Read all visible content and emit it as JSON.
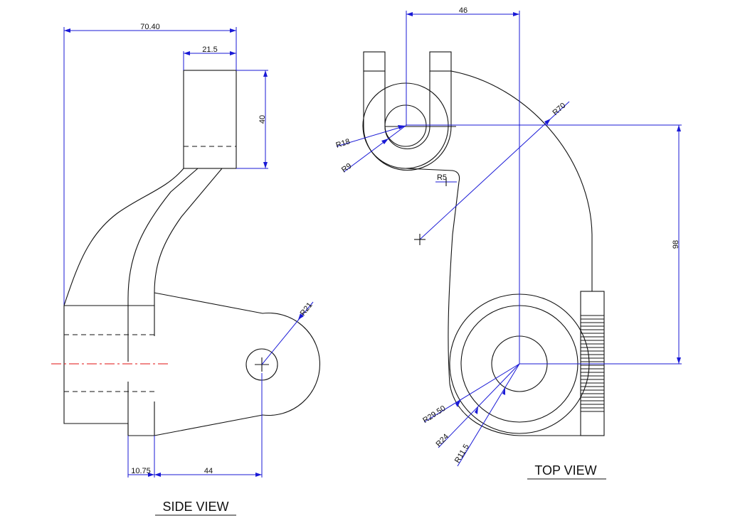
{
  "views": {
    "side": {
      "label": "SIDE VIEW"
    },
    "top": {
      "label": "TOP VIEW"
    }
  },
  "dimensions": {
    "side": {
      "overall_width": "70.40",
      "boss_width": "21.5",
      "boss_height": "40",
      "hub_radius": "R21",
      "web_offset": "10.75",
      "arm_length": "44"
    },
    "top": {
      "center_distance_x": "46",
      "center_distance_y": "98",
      "outer_arc_radius": "R70",
      "fork_outer_radius": "R18",
      "fork_inner_radius": "R9",
      "fillet_radius": "R5",
      "hub_outer_radius": "R29.50",
      "hub_mid_radius": "R24",
      "bore_radius": "R11.5"
    }
  },
  "colors": {
    "outline": "#111111",
    "dimension": "#1a1ad6",
    "centerline": "#e01010",
    "background": "#ffffff"
  }
}
